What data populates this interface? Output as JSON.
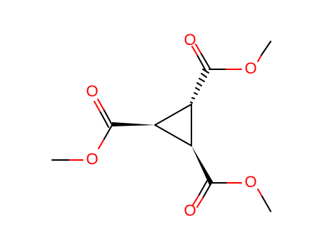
{
  "molecule": {
    "atom_labels": {
      "oxygen": "O"
    },
    "colors": {
      "carbon_bond": "#000000",
      "oxygen": "#ff0000",
      "background": "#ffffff"
    },
    "stereo": {
      "top_right_ring_carbon": "hashed-wedge",
      "left_ring_carbon": "solid-wedge",
      "bottom_ring_carbon": "solid-wedge"
    }
  }
}
